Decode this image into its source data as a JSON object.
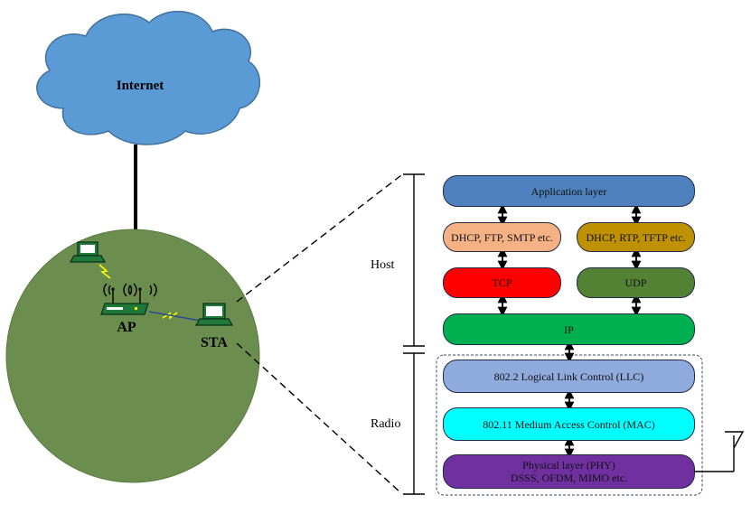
{
  "internet": {
    "label": "Internet",
    "fill": "#5b9bd5"
  },
  "cell": {
    "fill": "#6b8e4e"
  },
  "devices": {
    "ap_label": "AP",
    "sta_label": "STA",
    "device_fill": "#1f7a3a"
  },
  "groups": {
    "host_label": "Host",
    "radio_label": "Radio"
  },
  "layers": {
    "application": {
      "label": "Application layer",
      "fill": "#4e81bd"
    },
    "app_tcp": {
      "label": "DHCP, FTP, SMTP etc.",
      "fill": "#f4b183"
    },
    "app_udp": {
      "label": "DHCP, RTP, TFTP etc.",
      "fill": "#bf9000"
    },
    "tcp": {
      "label": "TCP",
      "fill": "#ff0000"
    },
    "udp": {
      "label": "UDP",
      "fill": "#548235"
    },
    "ip": {
      "label": "IP",
      "fill": "#00b050"
    },
    "llc": {
      "label": "802.2 Logical Link Control (LLC)",
      "fill": "#8faadc"
    },
    "mac": {
      "label": "802.11 Medium Access Control (MAC)",
      "fill": "#00ffff"
    },
    "phy": {
      "line1": "Physical layer (PHY)",
      "line2": "DSSS, OFDM, MIMO etc.",
      "fill": "#7030a0"
    }
  }
}
